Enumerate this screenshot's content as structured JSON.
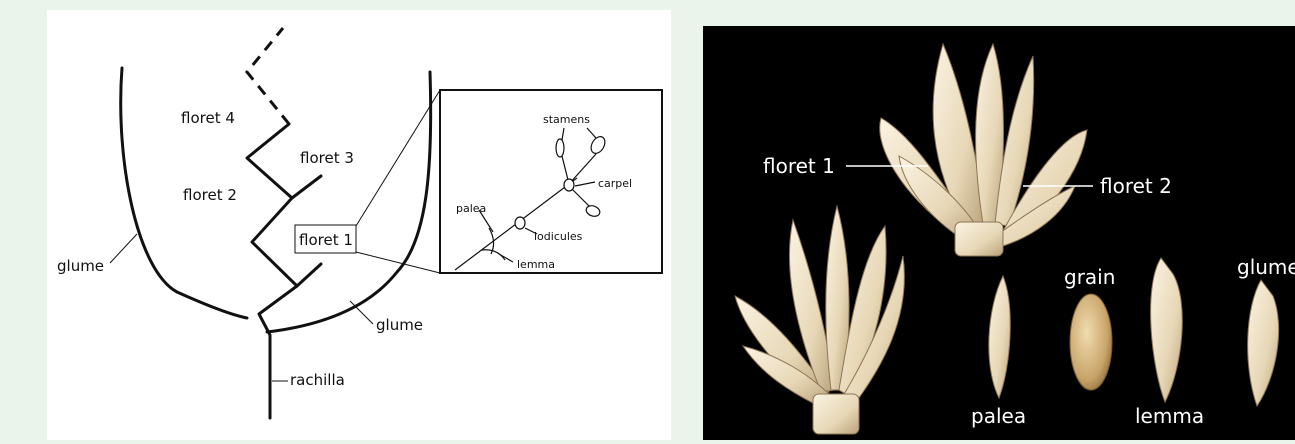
{
  "diagram": {
    "labels": {
      "floret4": "floret 4",
      "floret3": "floret 3",
      "floret2": "floret 2",
      "floret1": "floret 1",
      "glume_left": "glume",
      "glume_right": "glume",
      "rachilla": "rachilla"
    },
    "inset": {
      "stamens": "stamens",
      "carpel": "carpel",
      "palea": "palea",
      "lodicules": "lodicules",
      "lemma": "lemma"
    }
  },
  "photo": {
    "labels": {
      "floret1": "floret 1",
      "floret2": "floret 2",
      "grain": "grain",
      "glume": "glume",
      "palea": "palea",
      "lemma": "lemma"
    }
  },
  "colors": {
    "page_bg": "#eaf4ea",
    "diagram_bg": "#ffffff",
    "photo_bg": "#000000",
    "line": "#111111",
    "spikelet": "#efe3cc",
    "grain": "#c9a46a"
  }
}
